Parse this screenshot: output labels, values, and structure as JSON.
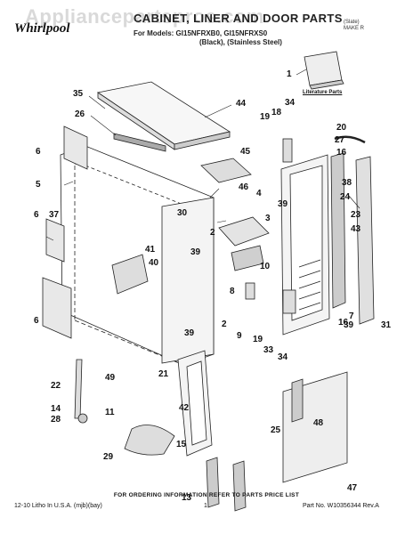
{
  "watermark": "Appliancepartspros.com",
  "header": {
    "brand": "Whirlpool",
    "title": "CABINET, LINER AND DOOR PARTS",
    "models": "For Models: GI15NFRXB0, GI15NFRXS0",
    "variants": "(Black),    (Stainless Steel)",
    "code": "(Slate)\nMAKE R"
  },
  "literature_label": "Literature Parts",
  "callouts": [
    {
      "id": "1",
      "label": "1"
    },
    {
      "id": "2a",
      "label": "2"
    },
    {
      "id": "2b",
      "label": "2"
    },
    {
      "id": "3",
      "label": "3"
    },
    {
      "id": "4",
      "label": "4"
    },
    {
      "id": "5",
      "label": "5"
    },
    {
      "id": "6a",
      "label": "6"
    },
    {
      "id": "6b",
      "label": "6"
    },
    {
      "id": "6c",
      "label": "6"
    },
    {
      "id": "7",
      "label": "7"
    },
    {
      "id": "8",
      "label": "8"
    },
    {
      "id": "9",
      "label": "9"
    },
    {
      "id": "10",
      "label": "10"
    },
    {
      "id": "11",
      "label": "11"
    },
    {
      "id": "13",
      "label": "13"
    },
    {
      "id": "14",
      "label": "14"
    },
    {
      "id": "15",
      "label": "15"
    },
    {
      "id": "16a",
      "label": "16"
    },
    {
      "id": "16b",
      "label": "16"
    },
    {
      "id": "18",
      "label": "18"
    },
    {
      "id": "19a",
      "label": "19"
    },
    {
      "id": "19b",
      "label": "19"
    },
    {
      "id": "20",
      "label": "20"
    },
    {
      "id": "21",
      "label": "21"
    },
    {
      "id": "22",
      "label": "22"
    },
    {
      "id": "23",
      "label": "23"
    },
    {
      "id": "24",
      "label": "24"
    },
    {
      "id": "25",
      "label": "25"
    },
    {
      "id": "26",
      "label": "26"
    },
    {
      "id": "27",
      "label": "27"
    },
    {
      "id": "28",
      "label": "28"
    },
    {
      "id": "29",
      "label": "29"
    },
    {
      "id": "30",
      "label": "30"
    },
    {
      "id": "31",
      "label": "31"
    },
    {
      "id": "33",
      "label": "33"
    },
    {
      "id": "34a",
      "label": "34"
    },
    {
      "id": "34b",
      "label": "34"
    },
    {
      "id": "35",
      "label": "35"
    },
    {
      "id": "37",
      "label": "37"
    },
    {
      "id": "38",
      "label": "38"
    },
    {
      "id": "39a",
      "label": "39"
    },
    {
      "id": "39b",
      "label": "39"
    },
    {
      "id": "39c",
      "label": "39"
    },
    {
      "id": "39d",
      "label": "39"
    },
    {
      "id": "40",
      "label": "40"
    },
    {
      "id": "41",
      "label": "41"
    },
    {
      "id": "42",
      "label": "42"
    },
    {
      "id": "43",
      "label": "43"
    },
    {
      "id": "44",
      "label": "44"
    },
    {
      "id": "45",
      "label": "45"
    },
    {
      "id": "46",
      "label": "46"
    },
    {
      "id": "47",
      "label": "47"
    },
    {
      "id": "48",
      "label": "48"
    },
    {
      "id": "49",
      "label": "49"
    }
  ],
  "footer": {
    "note": "FOR ORDERING INFORMATION REFER TO PARTS PRICE LIST",
    "left": "12-10 Litho In U.S.A. (mjb)(bay)",
    "page": "1",
    "part_no": "Part No. W10356344 Rev.A"
  }
}
